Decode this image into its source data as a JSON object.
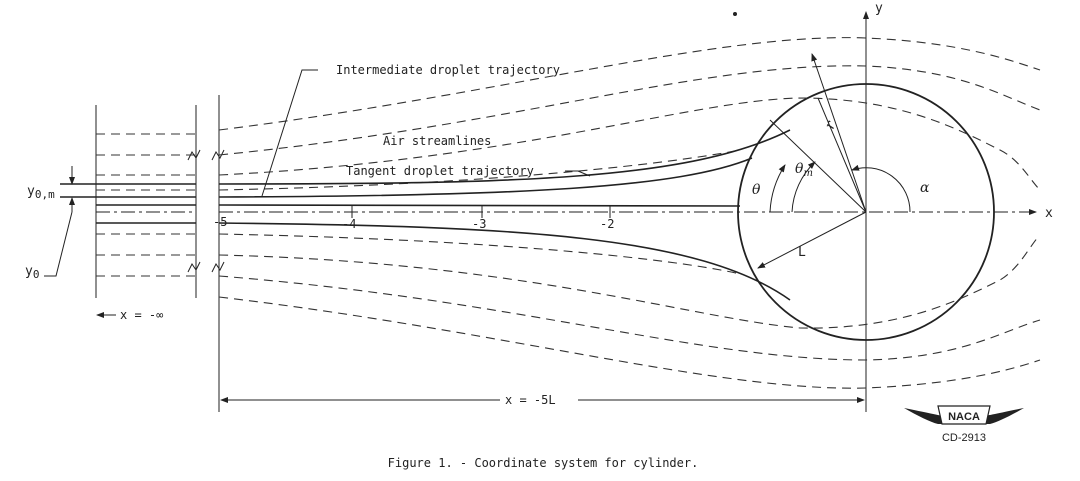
{
  "labels": {
    "intermediate_trajectory": "Intermediate droplet trajectory",
    "air_streamlines": "Air streamlines",
    "tangent_trajectory": "Tangent droplet trajectory",
    "y0m_main": "y",
    "y0m_sub": "0,m",
    "y0_main": "y",
    "y0_sub": "0",
    "x_minus_inf": "x = -∞",
    "x_minus_5L": "x = -5L",
    "axis_x": "x",
    "axis_y": "y",
    "theta": "θ",
    "theta_m_main": "θ",
    "theta_m_sub": "m",
    "alpha": "α",
    "r": "r",
    "L": "L"
  },
  "axis_ticks": [
    "-5",
    "-4",
    "-3",
    "-2"
  ],
  "logo": {
    "text": "NACA",
    "code": "CD-2913"
  },
  "caption": "Figure 1. - Coordinate system for cylinder."
}
